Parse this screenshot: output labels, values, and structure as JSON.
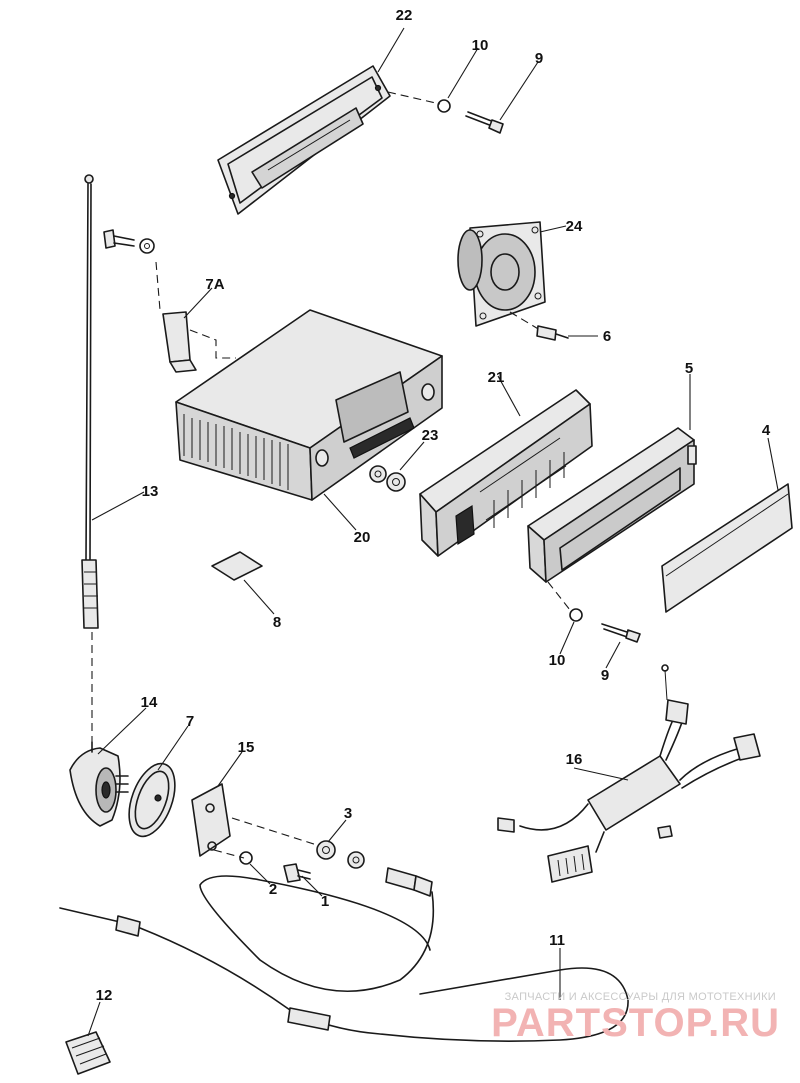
{
  "labels": {
    "p22": "22",
    "p10a": "10",
    "p9a": "9",
    "p24": "24",
    "p7a": "7A",
    "p6": "6",
    "p5": "5",
    "p21": "21",
    "p4": "4",
    "p23": "23",
    "p13": "13",
    "p20": "20",
    "p8": "8",
    "p10b": "10",
    "p9b": "9",
    "p14": "14",
    "p7": "7",
    "p15": "15",
    "p16": "16",
    "p3": "3",
    "p2": "2",
    "p1": "1",
    "p11": "11",
    "p12": "12"
  },
  "watermark": {
    "line1": "ЗАПЧАСТИ И АКСЕССУАРЫ ДЛЯ МОТОТЕХНИКИ",
    "line2": "PARTSTOP.RU"
  }
}
